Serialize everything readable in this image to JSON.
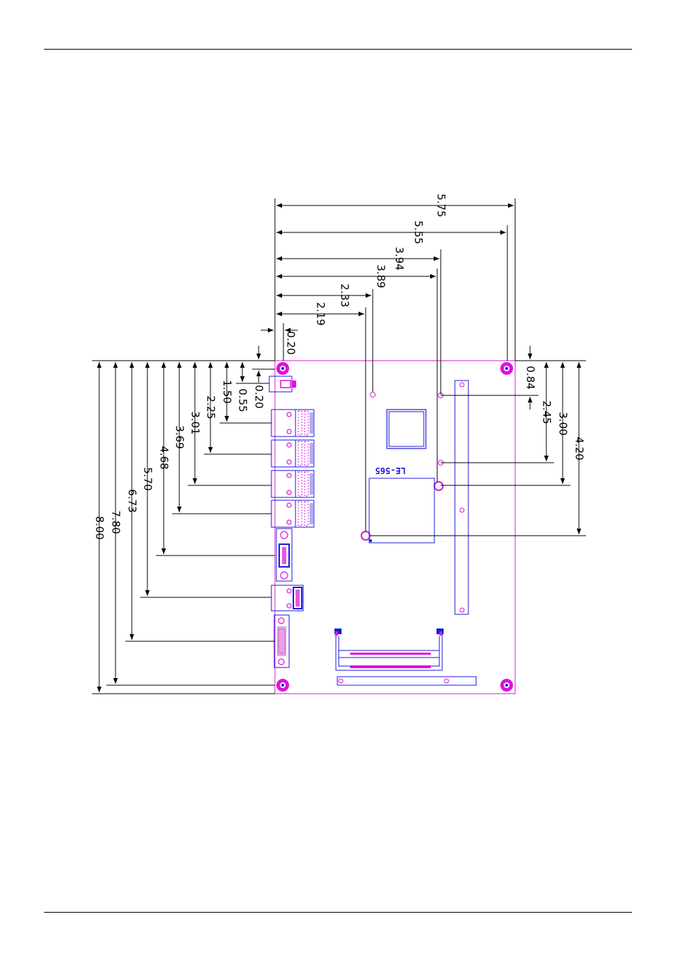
{
  "board": {
    "label": "LE-565",
    "outline_color": "#d020d0",
    "component_color": "#1a1adb",
    "pad_color": "#e010e0"
  },
  "dimensions": {
    "top": [
      "5.75",
      "5.55",
      "3.94",
      "3.89",
      "2.33",
      "2.19",
      "0.20"
    ],
    "left": [
      "0.20",
      "0.55",
      "1.50",
      "2.25",
      "3.01",
      "3.69",
      "4.68",
      "5.70",
      "6.73",
      "7.80",
      "8.00"
    ],
    "right": [
      "0.84",
      "2.45",
      "3.00",
      "4.20"
    ]
  }
}
